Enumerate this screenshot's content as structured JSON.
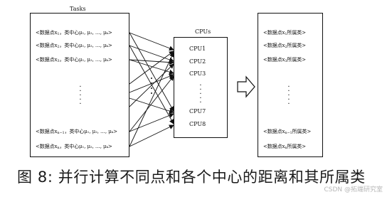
{
  "labels": {
    "tasks": "Tasks",
    "cpus": "CPUs"
  },
  "tasks": [
    {
      "pre": "<数据点x",
      "sub": "1",
      "post": "，类中心μ₁, μ₂, …, μₖ>"
    },
    {
      "pre": "<数据点x",
      "sub": "2",
      "post": "，类中心μ₁, μ₂, …, μₖ>"
    },
    {
      "pre": "<数据点x",
      "sub": "3",
      "post": "，类中心μ₁, μ₂, …, μₖ>"
    },
    {
      "pre": "<数据点x",
      "sub": "n−1",
      "post": "，类中心μ₁, μ₂, …, μₖ>"
    },
    {
      "pre": "<数据点x",
      "sub": "n",
      "post": "，类中心μ₁, μ₂, …, μₖ>"
    }
  ],
  "cpus": [
    "CPU1",
    "CPU2",
    "CPU3",
    "CPU7",
    "CPU8"
  ],
  "results": [
    {
      "pre": "<数据点x",
      "sub": "1",
      "post": "所属类>"
    },
    {
      "pre": "<数据点x",
      "sub": "2",
      "post": "所属类>"
    },
    {
      "pre": "<数据点x",
      "sub": "3",
      "post": "所属类>"
    },
    {
      "pre": "<数据点x",
      "sub": "n−1",
      "post": "所属类>"
    },
    {
      "pre": "<数据点x",
      "sub": "n",
      "post": "所属类>"
    }
  ],
  "caption": "图 8: 并行计算不同点和各个中心的距离和其所属类",
  "watermark": "CSDN @拓端研究室"
}
